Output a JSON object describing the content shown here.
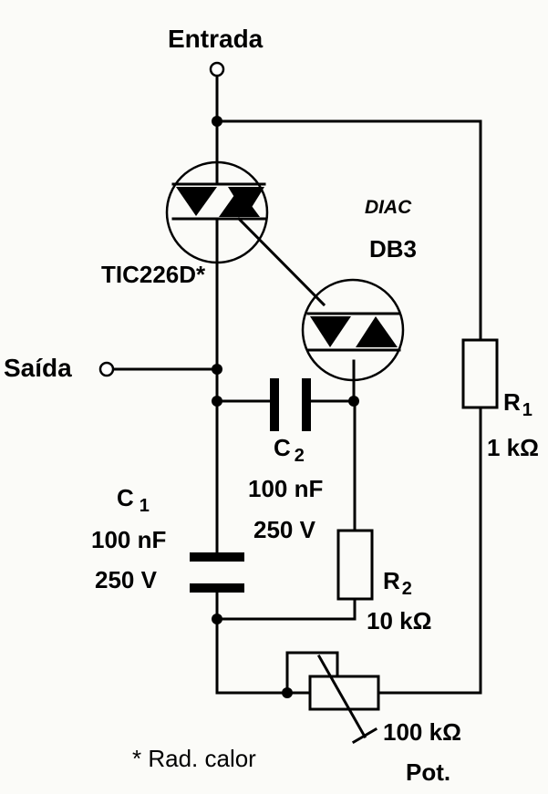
{
  "labels": {
    "input": "Entrada",
    "output": "Saída",
    "triac": "TIC226D*",
    "diac_type": "DIAC",
    "diac_model": "DB3",
    "c1_letter": "C",
    "c1_sub": "1",
    "c1_cap": "100 nF",
    "c1_volt": "250 V",
    "c2_letter": "C",
    "c2_sub": "2",
    "c2_cap": "100 nF",
    "c2_volt": "250 V",
    "r1_letter": "R",
    "r1_sub": "1",
    "r1_value": "1 kΩ",
    "r2_letter": "R",
    "r2_sub": "2",
    "r2_value": "10 kΩ",
    "pot_value": "100 kΩ",
    "pot_label": "Pot.",
    "footnote": "* Rad. calor"
  }
}
